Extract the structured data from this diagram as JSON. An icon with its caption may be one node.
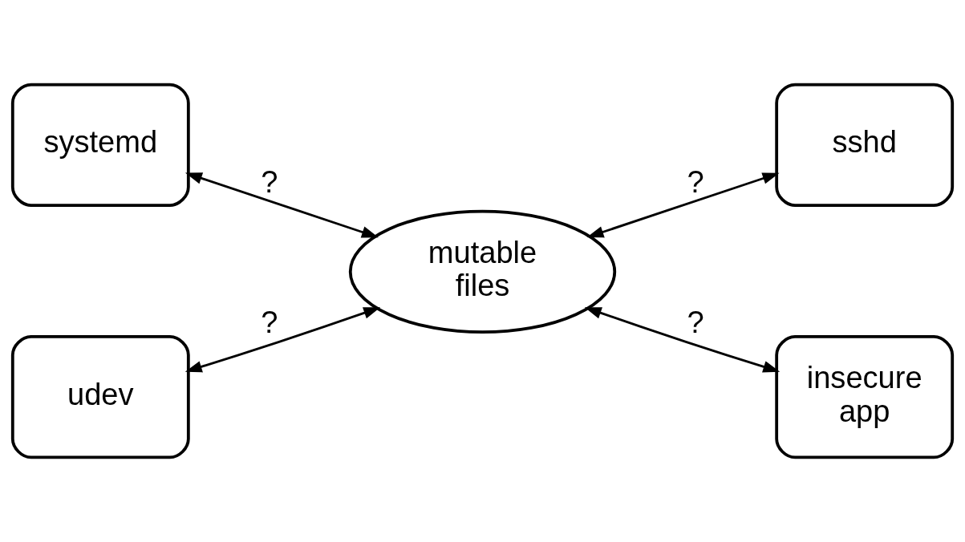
{
  "diagram": {
    "nodes": [
      {
        "text": [
          "systemd"
        ]
      },
      {
        "text": [
          "sshd"
        ]
      },
      {
        "text": [
          "mutable files"
        ]
      },
      {
        "text": [
          "udev"
        ]
      },
      {
        "text": [
          "insecure app"
        ]
      }
    ],
    "edges": [
      {
        "from": 0,
        "to": 2,
        "arrow": "both",
        "label": "?"
      },
      {
        "from": 2,
        "to": 1,
        "arrow": "both",
        "label": "?"
      },
      {
        "from": 3,
        "to": 2,
        "arrow": "both",
        "label": "?"
      },
      {
        "from": 2,
        "to": 4,
        "arrow": "both",
        "label": "?"
      }
    ]
  }
}
